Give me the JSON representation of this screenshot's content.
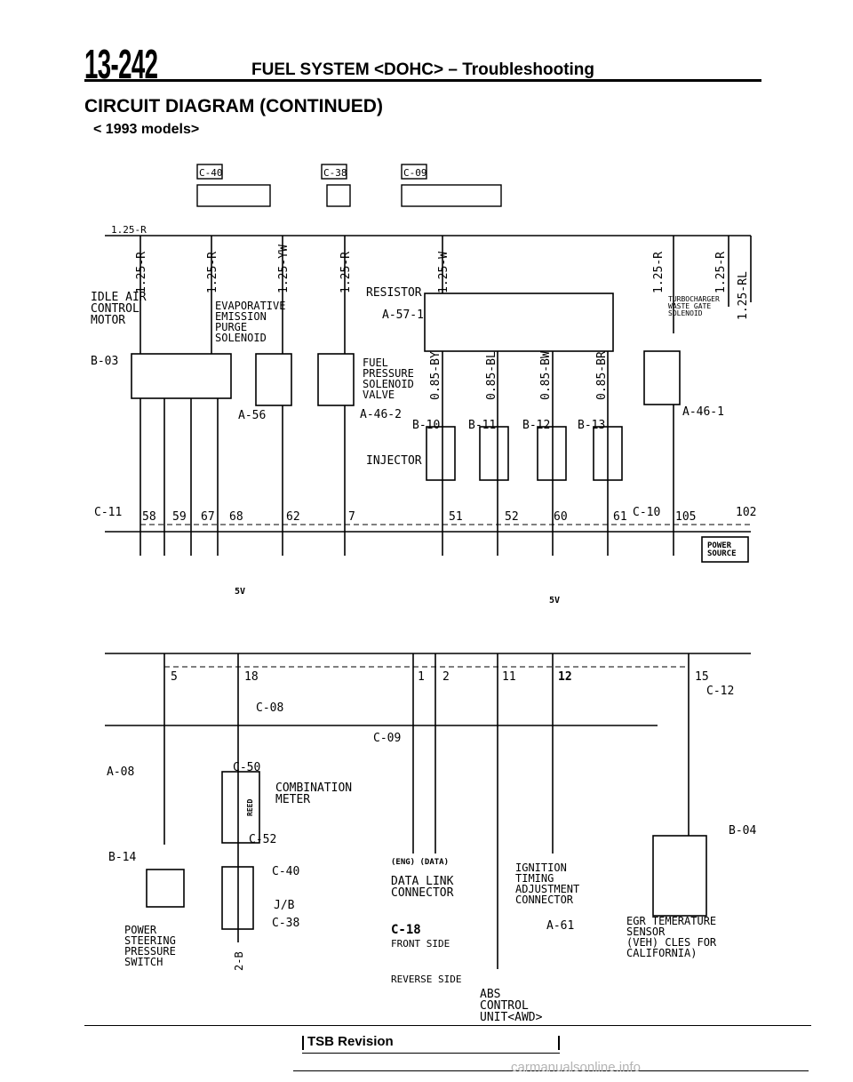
{
  "header": {
    "page_number": "13-242",
    "title": "FUEL SYSTEM <DOHC> – Troubleshooting"
  },
  "section": {
    "title": "CIRCUIT DIAGRAM (CONTINUED)",
    "models": "< 1993 models>"
  },
  "diagram": {
    "connectors_top": [
      "C-40",
      "C-38",
      "C-09"
    ],
    "wire_top_label": "1.25-R",
    "wires_top": [
      "1.25-R",
      "1.25-R",
      "1.25-YW",
      "1.25-R",
      "1.25-W",
      "1.25-R",
      "1.25-R",
      "1.25-RL"
    ],
    "components": {
      "idle_air": "IDLE AIR\nCONTROL\nMOTOR",
      "evap": "EVAPORATIVE\nEMISSION\nPURGE\nSOLENOID",
      "fuel_pressure": "FUEL\nPRESSURE\nSOLENOID\nVALVE",
      "resistor": "RESISTOR",
      "resistor_id": "A-57-1",
      "injector": "INJECTOR",
      "turbo": "TURBOCHARGER\nWASTE GATE\nSOLENOID",
      "combination_meter": "COMBINATION\nMETER",
      "data_link": "DATA LINK\nCONNECTOR",
      "data_link_note": "(ENG) (DATA)",
      "ignition": "IGNITION\nTIMING\nADJUSTMENT\nCONNECTOR",
      "power_steering": "POWER\nSTEERING\nPRESSURE\nSWITCH",
      "egr": "EGR TEMERATURE\nSENSOR\n(VEH) CLES FOR\nCALIFORNIA)",
      "abs": "ABS\nCONTROL\nUNIT<AWD>",
      "power_source": "POWER\nSOURCE",
      "jb": "J/B"
    },
    "ids": {
      "b03": "B-03",
      "a56": "A-56",
      "a46_2": "A-46-2",
      "a46_1": "A-46-1",
      "b10": "B-10",
      "b11": "B-11",
      "b12": "B-12",
      "b13": "B-13",
      "c11": "C-11",
      "c10": "C-10",
      "c08": "C-08",
      "c50": "C-50",
      "c52": "C-52",
      "c09b": "C-09",
      "c40b": "C-40",
      "c38b": "C-38",
      "c12": "C-12",
      "c18": "C-18",
      "a08": "A-08",
      "b14": "B-14",
      "b04": "B-04",
      "a61": "A-61"
    },
    "mid_wires": [
      "0.85-BY",
      "0.85-BL",
      "0.85-BW",
      "0.85-BR"
    ],
    "pins_row": [
      "58",
      "59",
      "67",
      "68",
      "62",
      "7",
      "51",
      "52",
      "60",
      "61",
      "105",
      "102"
    ],
    "pins_lower": [
      "5",
      "18",
      "1",
      "2",
      "11",
      "12",
      "15"
    ],
    "front_side": "FRONT SIDE",
    "reverse_side": "REVERSE SIDE",
    "v5": "5V",
    "wire_2b": "2-B",
    "reed": "REED"
  },
  "footer": {
    "tsb_label": "TSB Revision",
    "watermark": "carmanualsonline.info"
  }
}
